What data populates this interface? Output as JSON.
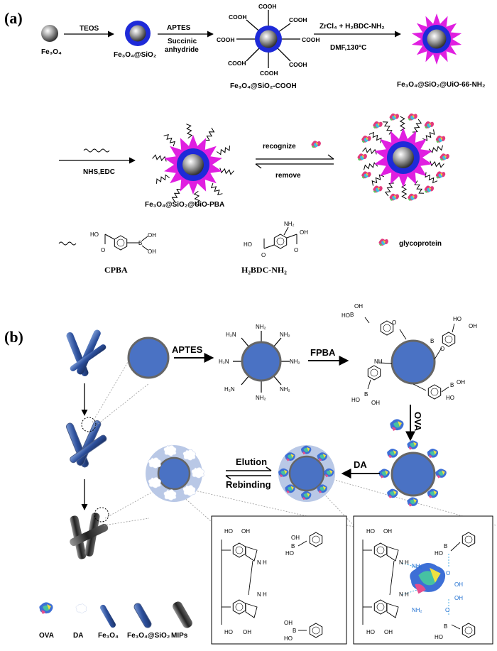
{
  "panel_a": {
    "label": "(a)",
    "fe3o4": "Fe₃O₄",
    "teos": "TEOS",
    "fe3o4_sio2": "Fe₃O₄@SiO₂",
    "aptes": "APTES",
    "succinic": "Succinic",
    "anhydride": "anhydride",
    "cooh": "COOH",
    "fe3o4_sio2_cooh": "Fe₃O₄@SiO₂-COOH",
    "zrcl4": "ZrCl₄ + H₂BDC-NH₂",
    "dmf": "DMF,130°C",
    "uio66": "Fe₃O₄@SiO₂@UiO-66-NH₂",
    "nhs_edc": "NHS,EDC",
    "uio_pba": "Fe₃O₄@SiO₂@UiO-PBA",
    "recognize": "recognize",
    "remove": "remove",
    "oh": "OH",
    "ho": "HO",
    "o": "O",
    "b": "B",
    "nh2": "NH₂",
    "cpba": "CPBA",
    "h2bdc": "H₂BDC-NH₂",
    "glycoprotein": "glycoprotein"
  },
  "panel_b": {
    "label": "(b)",
    "aptes": "APTES",
    "fpba": "FPBA",
    "ova_arrow": "OVA",
    "da_arrow": "DA",
    "elution": "Elution",
    "rebinding": "Rebinding",
    "nh2": "NH₂",
    "h2n": "H₂N",
    "ho": "HO",
    "oh": "OH",
    "o": "O",
    "b": "B",
    "n": "N",
    "h": "H",
    "nh": "NH",
    "legend": {
      "ova": "OVA",
      "da": "DA",
      "fe3o4": "Fe₃O₄",
      "fe3o4_sio2": "Fe₃O₄@SiO₂",
      "mips": "MIPs"
    }
  },
  "colors": {
    "core_blue": "#4a72c4",
    "magenta": "#e01fe0",
    "shell_blue": "#1e2ad8",
    "light_shell": "#b9c8e6"
  }
}
